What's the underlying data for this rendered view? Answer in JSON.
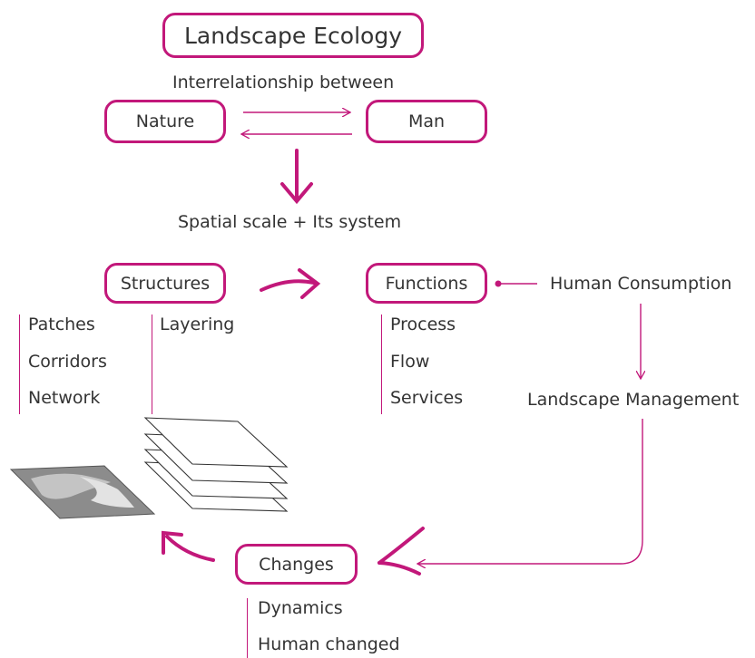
{
  "title": "Landscape Ecology",
  "subtitle": "Interrelationship between",
  "nodes": {
    "nature": "Nature",
    "man": "Man",
    "structures": "Structures",
    "functions": "Functions",
    "changes": "Changes"
  },
  "spatial": "Spatial scale + Its system",
  "structures_items": [
    "Patches",
    "Corridors",
    "Network"
  ],
  "layering": "Layering",
  "functions_items": [
    "Process",
    "Flow",
    "Services"
  ],
  "human_consumption": "Human Consumption",
  "landscape_management": "Landscape Management",
  "changes_items": [
    "Dynamics",
    "Human changed"
  ],
  "colors": {
    "accent": "#c2187a",
    "text": "#333333"
  }
}
